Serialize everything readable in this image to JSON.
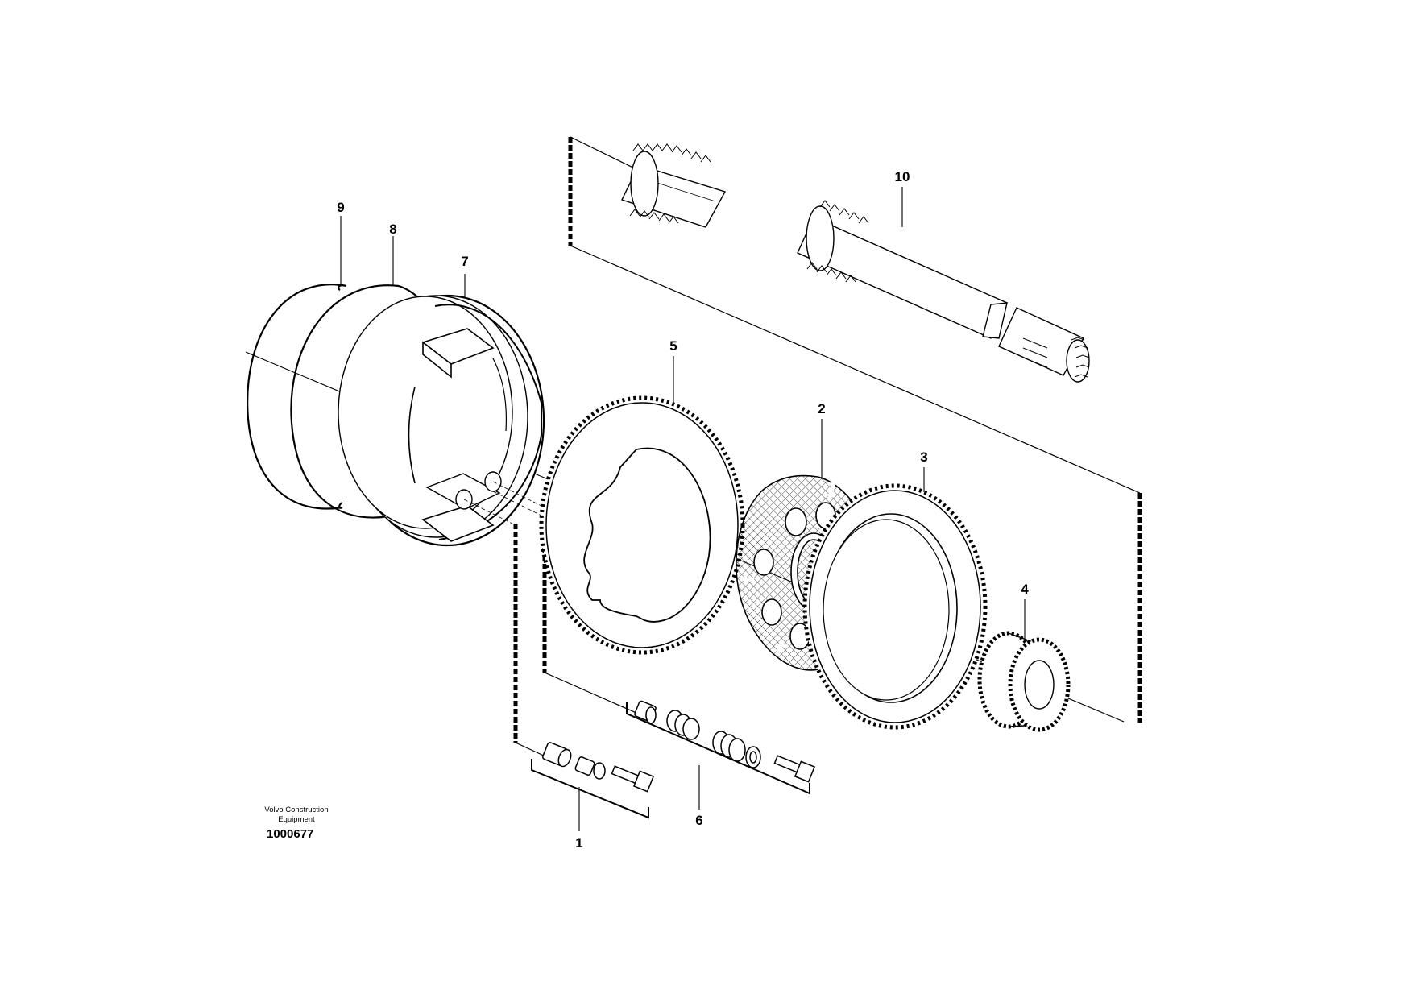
{
  "callouts": {
    "c1": "1",
    "c2": "2",
    "c3": "3",
    "c4": "4",
    "c5": "5",
    "c6": "6",
    "c7": "7",
    "c8": "8",
    "c9": "9",
    "c10": "10"
  },
  "footer": {
    "brand_line1": "Volvo Construction",
    "brand_line2": "Equipment",
    "doc_number": "1000677"
  },
  "colors": {
    "ink": "#000000",
    "paper": "#ffffff"
  }
}
